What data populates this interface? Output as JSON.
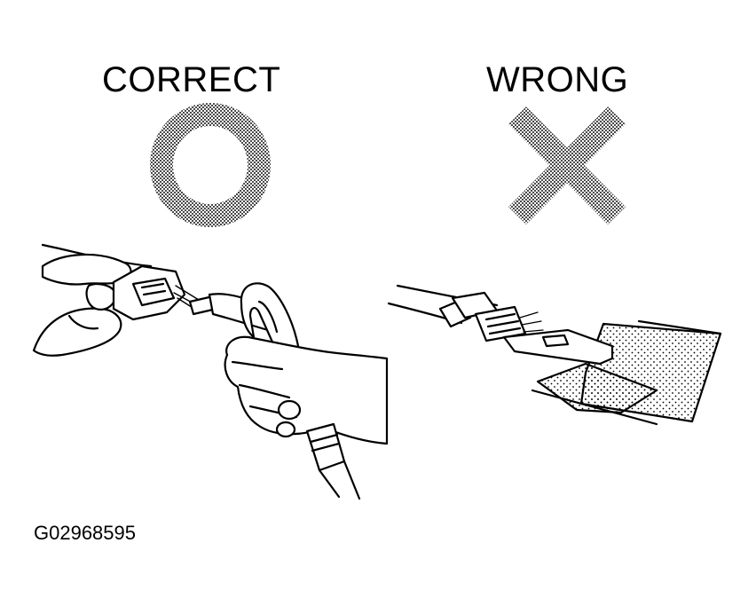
{
  "labels": {
    "correct": "CORRECT",
    "wrong": "WRONG"
  },
  "symbols": {
    "correct": "circle-mark-icon",
    "wrong": "cross-mark-icon"
  },
  "figure_code": "G02968595",
  "colors": {
    "ink": "#000000",
    "background": "#ffffff",
    "mark_stipple": "#8a8a8a"
  }
}
